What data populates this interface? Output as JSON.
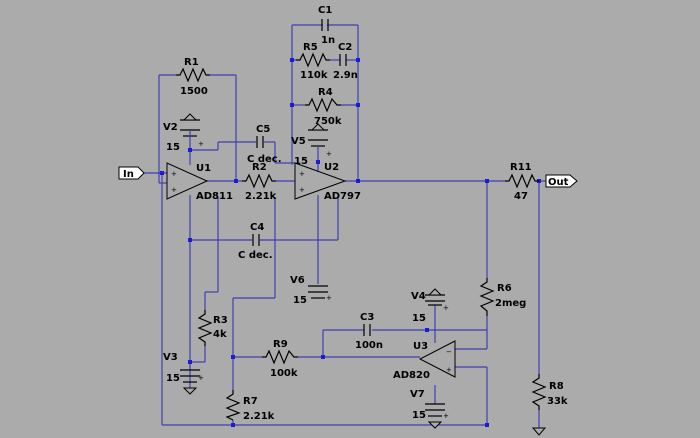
{
  "ports": {
    "in": "In",
    "out": "Out"
  },
  "parts": {
    "R1": {
      "name": "R1",
      "value": "1500"
    },
    "R2": {
      "name": "R2",
      "value": "2.21k"
    },
    "R3": {
      "name": "R3",
      "value": "4k"
    },
    "R4": {
      "name": "R4",
      "value": "750k"
    },
    "R5": {
      "name": "R5",
      "value": "110k"
    },
    "R6": {
      "name": "R6",
      "value": "2meg"
    },
    "R7": {
      "name": "R7",
      "value": "2.21k"
    },
    "R8": {
      "name": "R8",
      "value": "33k"
    },
    "R9": {
      "name": "R9",
      "value": "100k"
    },
    "R11": {
      "name": "R11",
      "value": "47"
    },
    "C1": {
      "name": "C1",
      "value": "1n"
    },
    "C2": {
      "name": "C2",
      "value": "2.9n"
    },
    "C3": {
      "name": "C3",
      "value": "100n"
    },
    "C4": {
      "name": "C4",
      "value": "C dec."
    },
    "C5": {
      "name": "C5",
      "value": "C dec."
    },
    "V2": {
      "name": "V2",
      "value": "15"
    },
    "V3": {
      "name": "V3",
      "value": "15"
    },
    "V4": {
      "name": "V4",
      "value": "15"
    },
    "V5": {
      "name": "V5",
      "value": "15"
    },
    "V6": {
      "name": "V6",
      "value": "15"
    },
    "V7": {
      "name": "V7",
      "value": "15"
    },
    "U1": {
      "name": "U1",
      "value": "AD811"
    },
    "U2": {
      "name": "U2",
      "value": "AD797"
    },
    "U3": {
      "name": "U3",
      "value": "AD820"
    }
  },
  "pin_signs": {
    "plus": "+",
    "minus": "−"
  }
}
